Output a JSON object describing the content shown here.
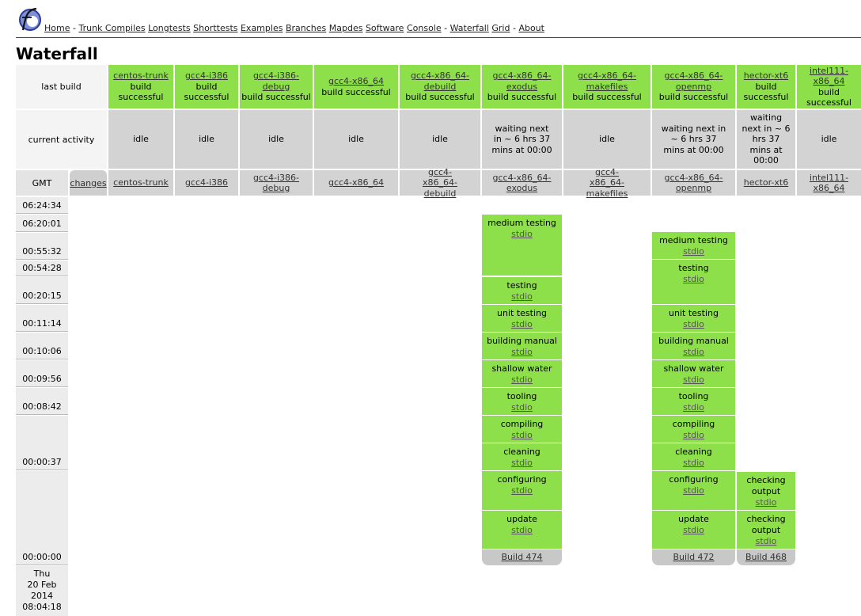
{
  "nav": {
    "links": [
      "Home",
      "Trunk Compiles",
      "Longtests",
      "Shorttests",
      "Examples",
      "Branches",
      "Mapdes",
      "Software",
      "Console",
      "Waterfall",
      "Grid",
      "About"
    ],
    "sep": "-"
  },
  "page_title": "Waterfall",
  "row_labels": {
    "last_build": "last build",
    "current_activity": "current activity",
    "gmt": "GMT",
    "changes": "changes"
  },
  "builders": [
    {
      "name": "centos-trunk",
      "status": "build successful",
      "activity": "idle"
    },
    {
      "name": "gcc4-i386",
      "status": "build successful",
      "activity": "idle"
    },
    {
      "name": "gcc4-i386-debug",
      "status": "build successful",
      "activity": "idle"
    },
    {
      "name": "gcc4-x86_64",
      "status": "build successful",
      "activity": "idle"
    },
    {
      "name": "gcc4-x86_64-debuild",
      "status": "build successful",
      "activity": "idle"
    },
    {
      "name": "gcc4-x86_64-exodus",
      "status": "build successful",
      "activity": "waiting next in ~ 6 hrs 37 mins at 00:00"
    },
    {
      "name": "gcc4-x86_64-makefiles",
      "status": "build successful",
      "activity": "idle"
    },
    {
      "name": "gcc4-x86_64-openmp",
      "status": "build successful",
      "activity": "waiting next in ~ 6 hrs 37 mins at 00:00"
    },
    {
      "name": "hector-xt6",
      "status": "build successful",
      "activity": "waiting next in ~ 6 hrs 37 mins at 00:00"
    },
    {
      "name": "intel111-x86_64",
      "status": "build successful",
      "activity": "idle"
    }
  ],
  "times": [
    "06:24:34",
    "06:20:01",
    "00:55:32",
    "00:54:28",
    "00:20:15",
    "00:11:14",
    "00:10:06",
    "00:09:56",
    "00:08:42",
    "00:00:37",
    "00:00:00"
  ],
  "date_label": [
    "Thu",
    "20 Feb",
    "2014",
    "08:04:18"
  ],
  "exodus_steps": [
    "medium testing",
    "testing",
    "unit testing",
    "building manual",
    "shallow water",
    "tooling",
    "compiling",
    "cleaning",
    "configuring",
    "update"
  ],
  "openmp_steps": [
    "medium testing",
    "testing",
    "unit testing",
    "building manual",
    "shallow water",
    "tooling",
    "compiling",
    "cleaning",
    "configuring",
    "update"
  ],
  "hector_steps": [
    "checking output",
    "checking output"
  ],
  "stdio": "stdio",
  "builds": {
    "exodus": "Build 474",
    "openmp": "Build 472",
    "hector": "Build 468"
  }
}
